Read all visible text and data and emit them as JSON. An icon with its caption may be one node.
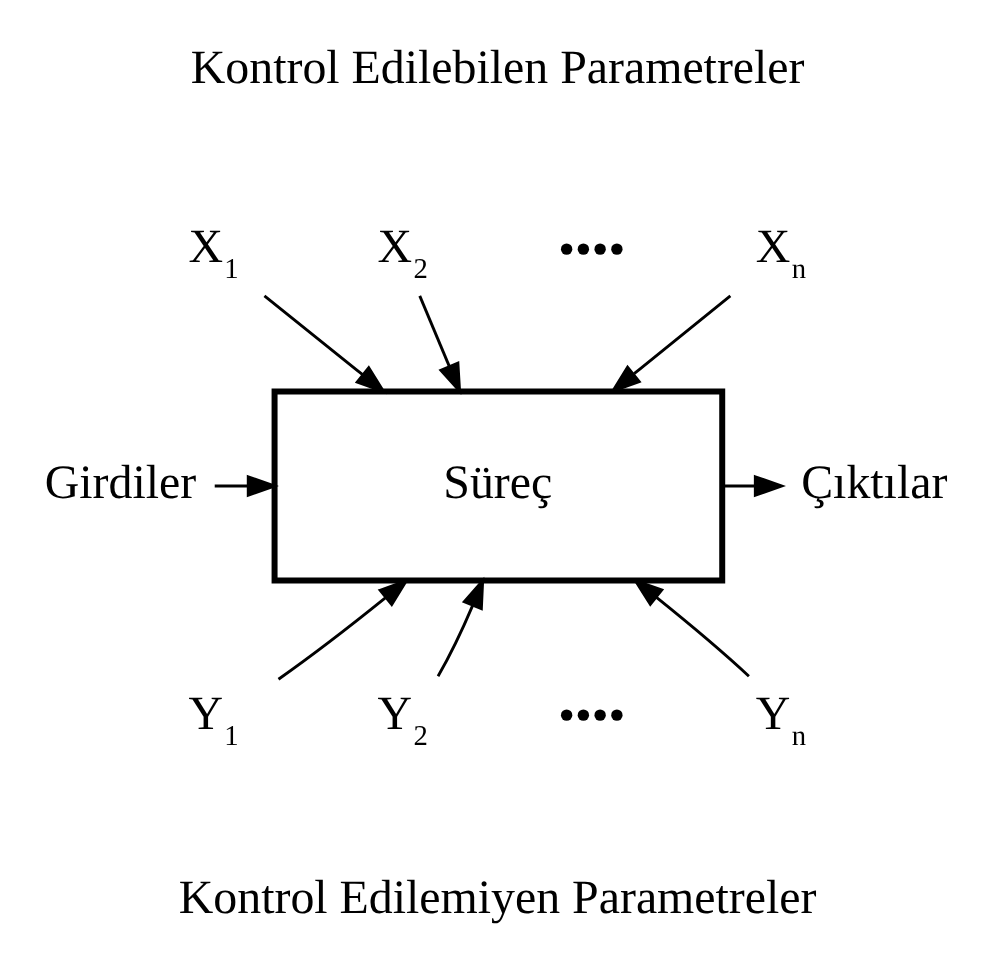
{
  "diagram": {
    "nodes": [
      {
        "text": [
          "Süreç"
        ]
      },
      {
        "text": [
          "X$_{1}$"
        ]
      },
      {
        "text": [
          "X$_{2}$"
        ]
      },
      {
        "text": [
          "X$_{n}$"
        ]
      },
      {
        "text": [
          "Girdiler"
        ]
      },
      {
        "text": [
          "Çıktılar"
        ]
      },
      {
        "text": [
          "Y$_{1}$"
        ]
      },
      {
        "text": [
          "Y$_{2}$"
        ]
      },
      {
        "text": [
          "Y$_{n}$"
        ]
      }
    ],
    "edges": [
      {
        "from": 1,
        "to": 0,
        "arrow": "to"
      },
      {
        "from": 2,
        "to": 0,
        "arrow": "to"
      },
      {
        "from": 3,
        "to": 0,
        "arrow": "to"
      },
      {
        "from": 4,
        "to": 0,
        "arrow": "to"
      },
      {
        "from": 0,
        "to": 5,
        "arrow": "to"
      },
      {
        "from": 6,
        "to": 0,
        "arrow": "to"
      },
      {
        "from": 7,
        "to": 0,
        "arrow": "to"
      },
      {
        "from": 8,
        "to": 0,
        "arrow": "to"
      }
    ],
    "labels": [
      "Kontrol Edilebilen Parametreler",
      "••••",
      "••••",
      "Kontrol Edilemiyen Parametreler"
    ]
  }
}
